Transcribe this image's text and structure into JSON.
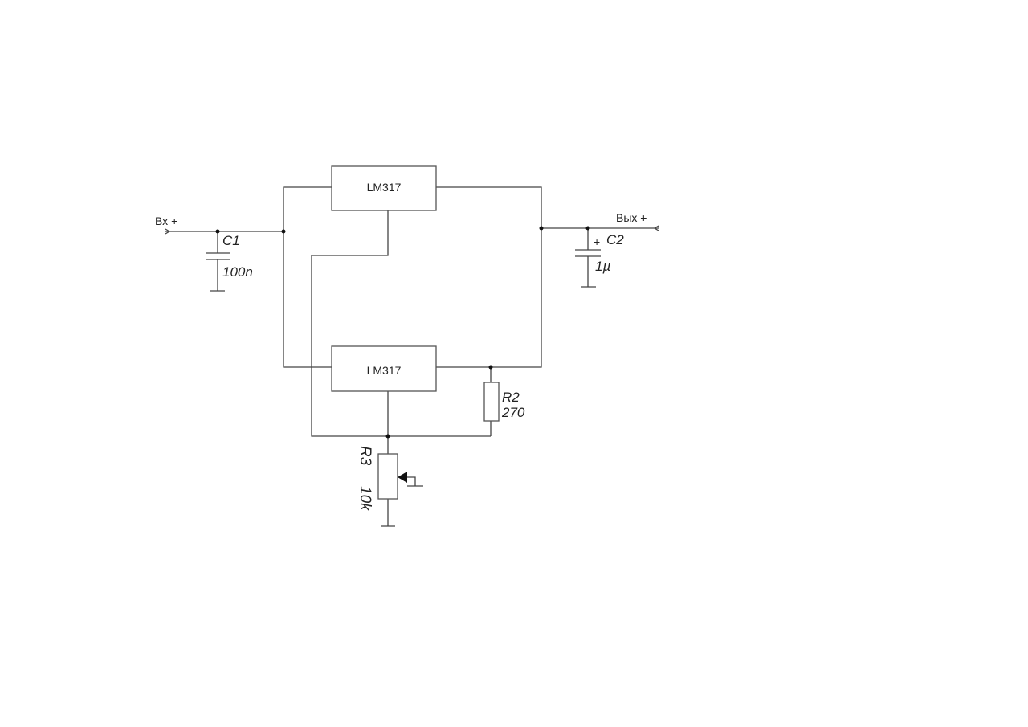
{
  "input": {
    "label": "Вх +"
  },
  "output": {
    "label": "Вых +"
  },
  "regulator_top": {
    "label": "LM317"
  },
  "regulator_bottom": {
    "label": "LM317"
  },
  "c1": {
    "ref": "C1",
    "value": "100n"
  },
  "c2": {
    "ref": "C2",
    "value": "1µ",
    "polarity": "+"
  },
  "r2": {
    "ref": "R2",
    "value": "270"
  },
  "r3": {
    "ref": "R3",
    "value": "10k"
  }
}
